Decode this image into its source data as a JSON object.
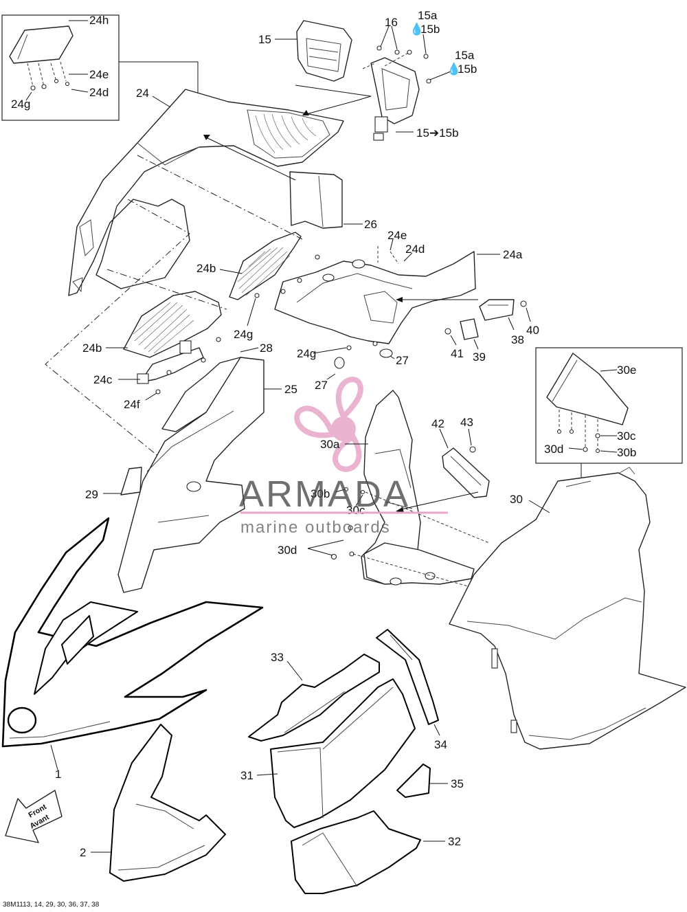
{
  "callouts": {
    "c24h": "24h",
    "c24e_box": "24e",
    "c24d_box": "24d",
    "c24g_box": "24g",
    "c24": "24",
    "c15": "15",
    "c16": "16",
    "c15a_1": "15a",
    "c15b_1": "15b",
    "c15a_2": "15a",
    "c15b_2": "15b",
    "c15_15b": "15➔15b",
    "c26": "26",
    "c24e": "24e",
    "c24d": "24d",
    "c24a": "24a",
    "c24b_1": "24b",
    "c24b_2": "24b",
    "c24g_1": "24g",
    "c24g_2": "24g",
    "c24c": "24c",
    "c24f": "24f",
    "c28": "28",
    "c25": "25",
    "c27_1": "27",
    "c27_2": "27",
    "c40": "40",
    "c38": "38",
    "c41": "41",
    "c39": "39",
    "c30e": "30e",
    "c30c_box": "30c",
    "c30d_box": "30d",
    "c30b_box": "30b",
    "c42": "42",
    "c43": "43",
    "c30a": "30a",
    "c30b": "30b",
    "c30c": "30c",
    "c30d": "30d",
    "c30": "30",
    "c29": "29",
    "c1": "1",
    "c2": "2",
    "c33": "33",
    "c34": "34",
    "c31": "31",
    "c35": "35",
    "c32": "32"
  },
  "front_arrow": {
    "line1": "Front",
    "line2": "Avant"
  },
  "watermark": {
    "title": "ARMADA",
    "subtitle": "marine outboards",
    "logo": "propeller-logo",
    "color": "#e7a6c8"
  },
  "footer": "38M1113, 14, 29, 30, 36, 37, 38",
  "colors": {
    "line": "#222222",
    "background": "#ffffff",
    "watermark_pink": "#e7a6c8"
  }
}
